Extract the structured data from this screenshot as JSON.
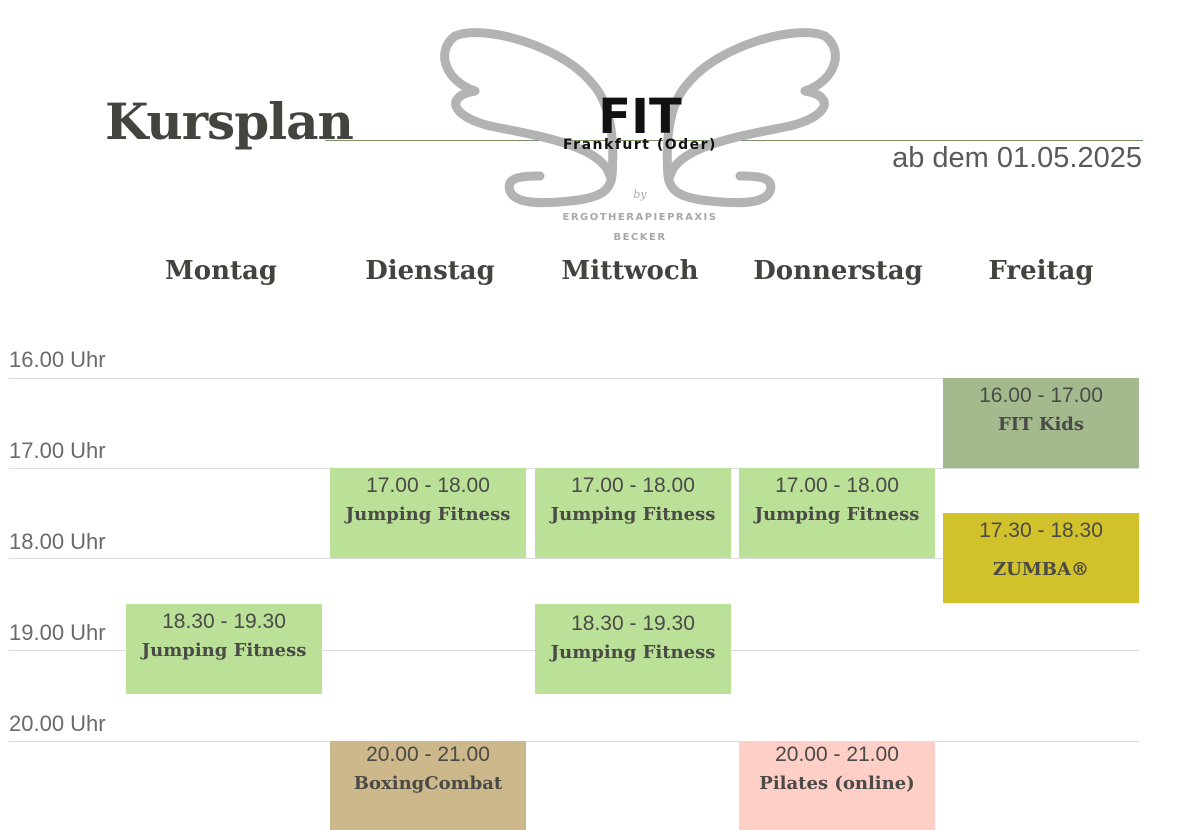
{
  "header": {
    "title": "Kursplan",
    "valid_from": "ab dem 01.05.2025"
  },
  "logo": {
    "brand": "FIT",
    "city": "Frankfurt (Oder)",
    "by": "by",
    "org_line1": "Ergotherapiepraxis",
    "org_line2": "Becker",
    "wing_color": "#b3b3b3"
  },
  "days": [
    "Montag",
    "Dienstag",
    "Mittwoch",
    "Donnerstag",
    "Freitag"
  ],
  "time_labels": [
    "16.00 Uhr",
    "17.00 Uhr",
    "18.00 Uhr",
    "19.00 Uhr",
    "20.00 Uhr"
  ],
  "colors": {
    "jumping": "#bbe098",
    "fitkids": "#a4b98e",
    "zumba": "#d1c22c",
    "boxing": "#cdb88c",
    "pilates": "#fecfc6"
  },
  "classes": [
    {
      "day": "Freitag",
      "time": "16.00 - 17.00",
      "name": "FIT Kids",
      "color": "#a4b98e"
    },
    {
      "day": "Dienstag",
      "time": "17.00 - 18.00",
      "name": "Jumping Fitness",
      "color": "#bbe098"
    },
    {
      "day": "Mittwoch",
      "time": "17.00 - 18.00",
      "name": "Jumping Fitness",
      "color": "#bbe098"
    },
    {
      "day": "Donnerstag",
      "time": "17.00 - 18.00",
      "name": "Jumping Fitness",
      "color": "#bbe098"
    },
    {
      "day": "Freitag",
      "time": "17.30 - 18.30",
      "name": "ZUMBA®",
      "color": "#d1c22c"
    },
    {
      "day": "Montag",
      "time": "18.30 - 19.30",
      "name": "Jumping Fitness",
      "color": "#bbe098"
    },
    {
      "day": "Mittwoch",
      "time": "18.30 - 19.30",
      "name": "Jumping Fitness",
      "color": "#bbe098"
    },
    {
      "day": "Dienstag",
      "time": "20.00 - 21.00",
      "name": "BoxingCombat",
      "color": "#cdb88c"
    },
    {
      "day": "Donnerstag",
      "time": "20.00 - 21.00",
      "name": "Pilates (online)",
      "color": "#fecfc6"
    }
  ]
}
